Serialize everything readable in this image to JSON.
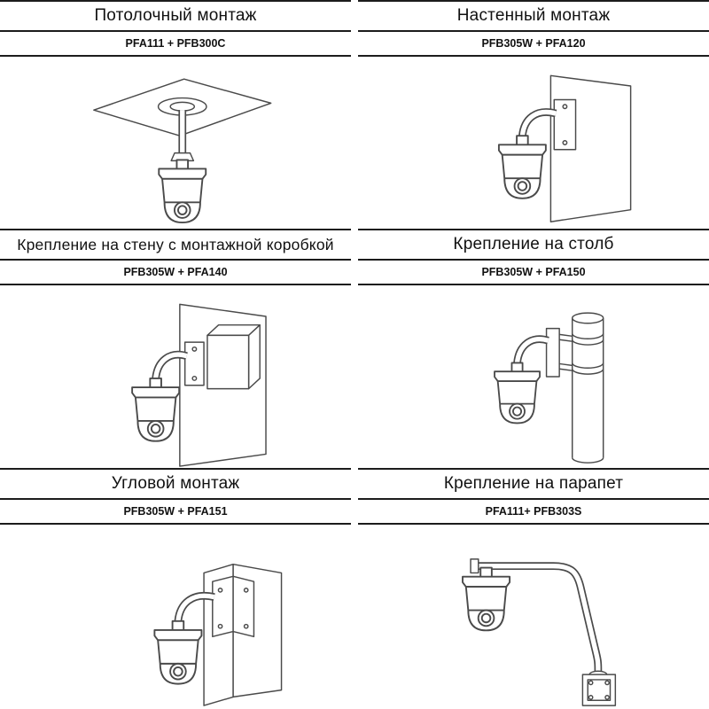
{
  "page": {
    "background": "#ffffff",
    "line_color": "#1c1c1c",
    "drawing_stroke_color": "#4a4a4a",
    "description": "PTZ camera mounting options diagram, 2x3 grid"
  },
  "cells": [
    {
      "title": "Потолочный монтаж",
      "parts": "PFA111 + PFB300C",
      "drawing": "ceiling-mount"
    },
    {
      "title": "Настенный монтаж",
      "parts": "PFB305W + PFA120",
      "drawing": "wall-mount"
    },
    {
      "title": "Крепление на стену с монтажной коробкой",
      "parts": "PFB305W + PFA140",
      "drawing": "wall-mount-with-junction-box"
    },
    {
      "title": "Крепление на столб",
      "parts": "PFB305W + PFA150",
      "drawing": "pole-mount"
    },
    {
      "title": "Угловой монтаж",
      "parts": "PFB305W + PFA151",
      "drawing": "corner-mount"
    },
    {
      "title": "Крепление на парапет",
      "parts": "PFA111+ PFB303S",
      "drawing": "parapet-mount"
    }
  ]
}
